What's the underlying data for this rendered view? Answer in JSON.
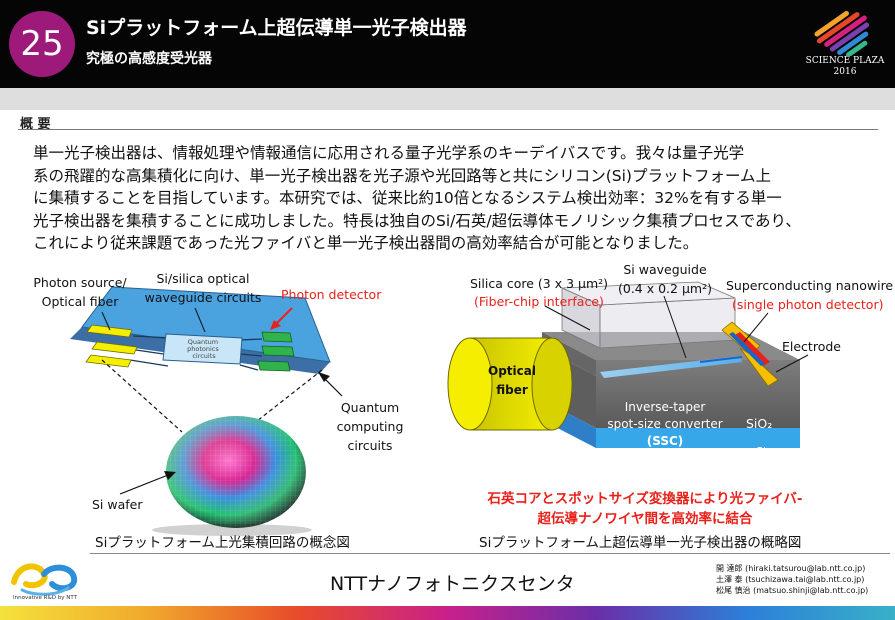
{
  "header": {
    "number": "25",
    "title": "Siプラットフォーム上超伝導単一光子検出器",
    "subtitle": "究極の高感度受光器",
    "logo_line1": "Science Plaza",
    "logo_line2": "2016"
  },
  "overview": {
    "label": "概 要",
    "lines": [
      "単一光子検出器は、情報処理や情報通信に応用される量子光学系のキーデイバスです。我々は量子光学",
      "系の飛躍的な高集積化に向け、単一光子検出器を光子源や光回路等と共にシリコン(Si)プラットフォーム上",
      "に集積することを目指しています。本研究では、従来比約10倍となるシステム検出効率：32%を有する単一",
      "光子検出器を集積することに成功しました。特長は独自のSi/石英/超伝導体モノリシック集積プロセスであり、",
      "これにより従来課題であった光ファイバと単一光子検出器間の高効率結合が可能となりました。"
    ]
  },
  "left_figure": {
    "photon_source": [
      "Photon source/",
      "Optical fiber"
    ],
    "waveguide_circuits": [
      "Si/silica optical",
      "waveguide circuits"
    ],
    "photon_detector": "Photon detector",
    "chip_label": [
      "Quantum",
      "photonics",
      "circuits"
    ],
    "quantum_computing": [
      "Quantum",
      "computing",
      "circuits"
    ],
    "si_wafer": "Si wafer",
    "caption": "Siプラットフォーム上光集積回路の概念図"
  },
  "right_figure": {
    "silica_core": "Silica core (3 x 3 μm²)",
    "fiber_chip": "(Fiber-chip interface)",
    "si_waveguide": [
      "Si waveguide",
      "(0.4 x 0.2 μm²)"
    ],
    "nanowire": "Superconducting nanowire",
    "single_photon": "(single photon detector)",
    "electrode": "Electrode",
    "optical_fiber": [
      "Optical",
      "fiber"
    ],
    "ssc": [
      "Inverse-taper",
      "spot-size converter",
      "(SSC)"
    ],
    "sio2": "SiO₂",
    "si": "Si",
    "note": [
      "石英コアとスポットサイズ変換器により光ファイバ-",
      "超伝導ナノワイヤ間を高効率に結合"
    ],
    "caption": "Siプラットフォーム上超伝導単一光子検出器の概略図"
  },
  "footer": {
    "logo_tagline": "Innovative R&D by NTT",
    "org": "NTTナノフォトニクスセンタ",
    "contacts": [
      "開 達郎 (hiraki.tatsurou@lab.ntt.co.jp)",
      "土澤 泰 (tsuchizawa.tai@lab.ntt.co.jp)",
      "松尾 慎治 (matsuo.shinji@lab.ntt.co.jp)"
    ]
  },
  "colors": {
    "accent_purple": "#9d1a7a",
    "header_black": "#050505",
    "highlight_red": "#e8211a",
    "fiber_yellow": "#f5ee00",
    "chip_blue": "#4aa3df",
    "pad_green": "#2fb34a"
  }
}
